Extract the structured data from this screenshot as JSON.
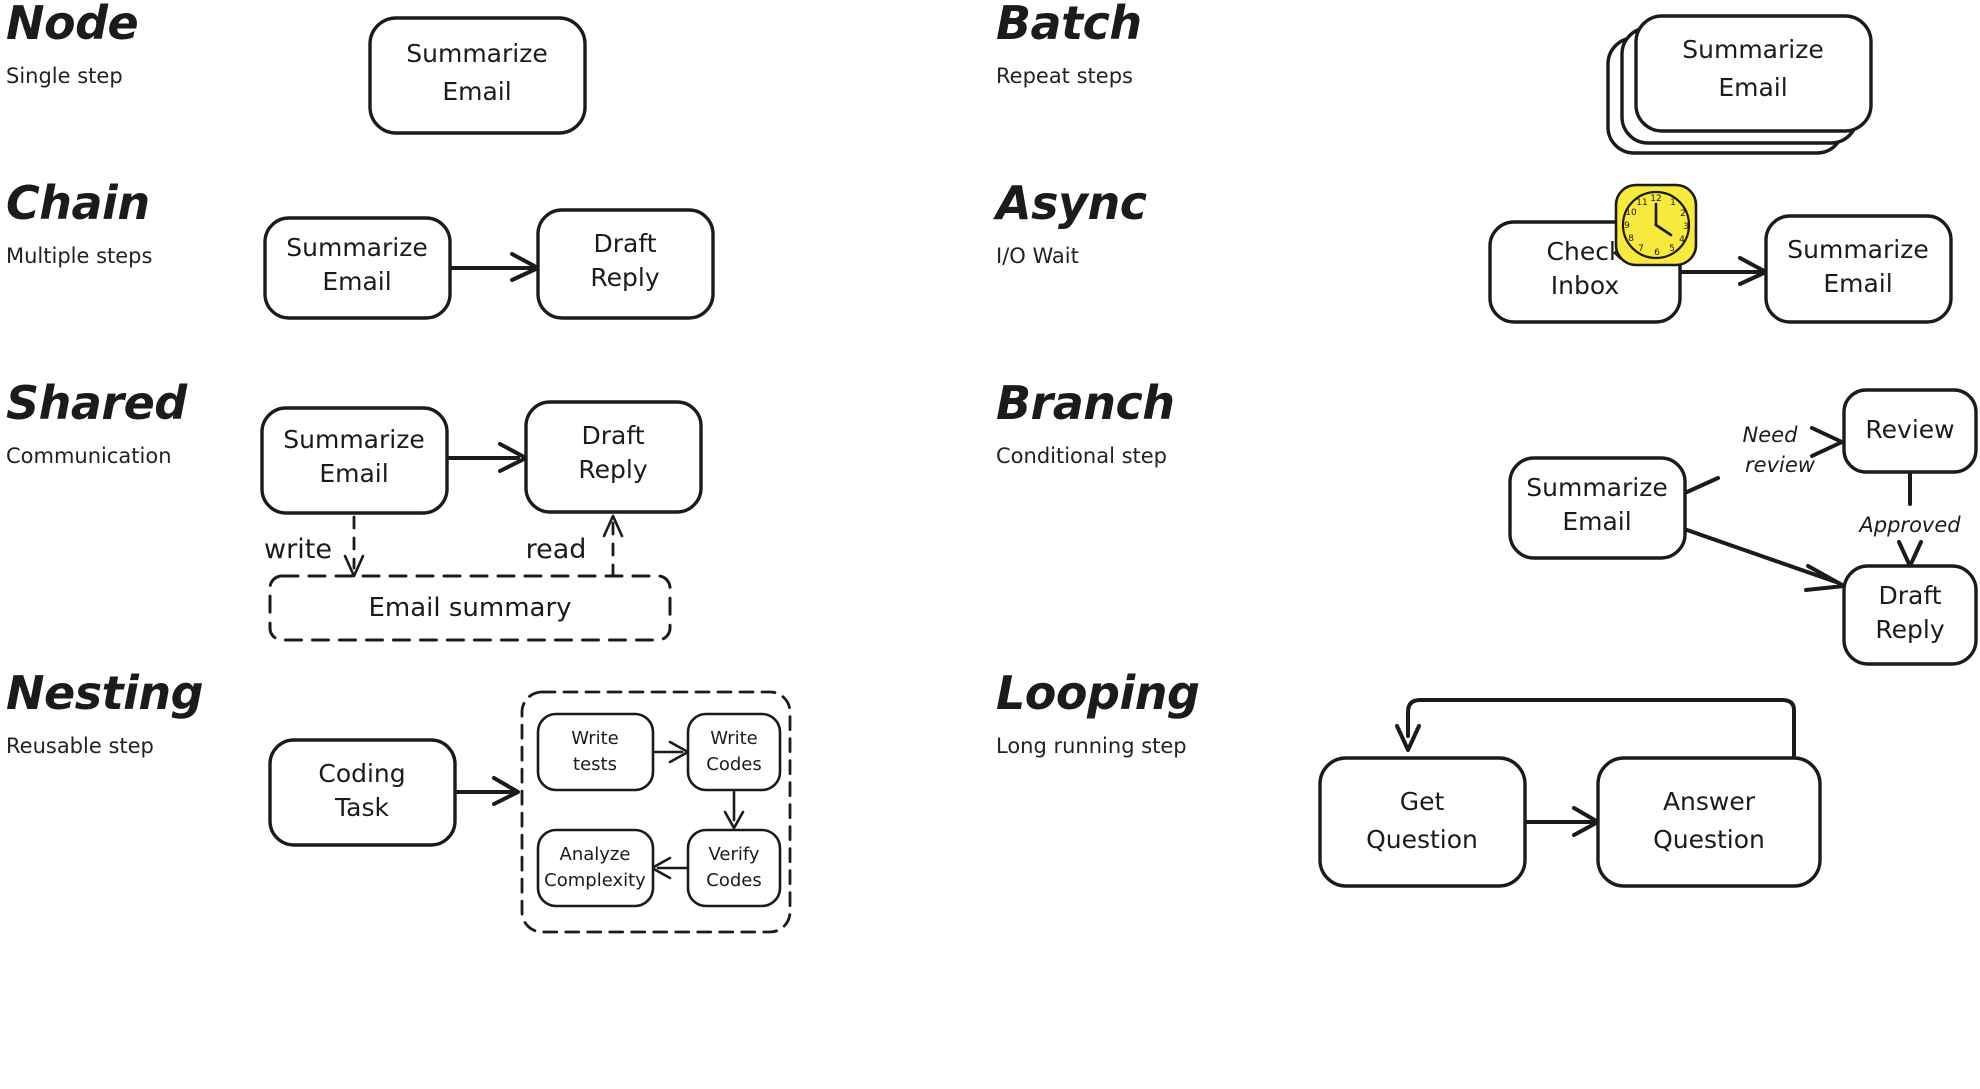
{
  "sections": [
    {
      "key": "node",
      "title": "Node",
      "subtitle": "Single step",
      "nodes": {
        "a": "Summarize\nEmail"
      },
      "lines": {
        "a1": "Summarize",
        "a2": "Email"
      }
    },
    {
      "key": "batch",
      "title": "Batch",
      "subtitle": "Repeat steps",
      "nodes": {
        "a": "Summarize Email"
      },
      "lines": {
        "a1": "Summarize",
        "a2": "Email"
      },
      "stack_count": 3
    },
    {
      "key": "chain",
      "title": "Chain",
      "subtitle": "Multiple steps",
      "lines": {
        "a1": "Summarize",
        "a2": "Email",
        "b1": "Draft",
        "b2": "Reply"
      }
    },
    {
      "key": "async",
      "title": "Async",
      "subtitle": "I/O Wait",
      "lines": {
        "a1": "Check",
        "a2": "Inbox",
        "b1": "Summarize",
        "b2": "Email"
      },
      "clock": {
        "name": "clock-icon",
        "color": "#F7E93E",
        "numerals": [
          "12",
          "1",
          "2",
          "3",
          "4",
          "5",
          "6",
          "7",
          "8",
          "9",
          "10",
          "11"
        ]
      }
    },
    {
      "key": "shared",
      "title": "Shared",
      "subtitle": "Communication",
      "lines": {
        "a1": "Summarize",
        "a2": "Email",
        "b1": "Draft",
        "b2": "Reply"
      },
      "store": "Email summary",
      "edge_labels": {
        "write": "write",
        "read": "read"
      }
    },
    {
      "key": "branch",
      "title": "Branch",
      "subtitle": "Conditional step",
      "lines": {
        "a1": "Summarize",
        "a2": "Email",
        "b1": "Review",
        "c1": "Draft",
        "c2": "Reply"
      },
      "edge_labels": {
        "need1": "Need",
        "need2": "review",
        "approved": "Approved"
      }
    },
    {
      "key": "nesting",
      "title": "Nesting",
      "subtitle": "Reusable step",
      "lines": {
        "a1": "Coding",
        "a2": "Task"
      },
      "sub": {
        "w1": "Write",
        "w2": "tests",
        "x1": "Write",
        "x2": "Codes",
        "y1": "Verify",
        "y2": "Codes",
        "z1": "Analyze",
        "z2": "Complexity"
      }
    },
    {
      "key": "looping",
      "title": "Looping",
      "subtitle": "Long running step",
      "lines": {
        "a1": "Get",
        "a2": "Question",
        "b1": "Answer",
        "b2": "Question"
      }
    }
  ],
  "colors": {
    "ink": "#1b1b1b",
    "paper": "#ffffff",
    "accent_yellow": "#F7E93E"
  }
}
